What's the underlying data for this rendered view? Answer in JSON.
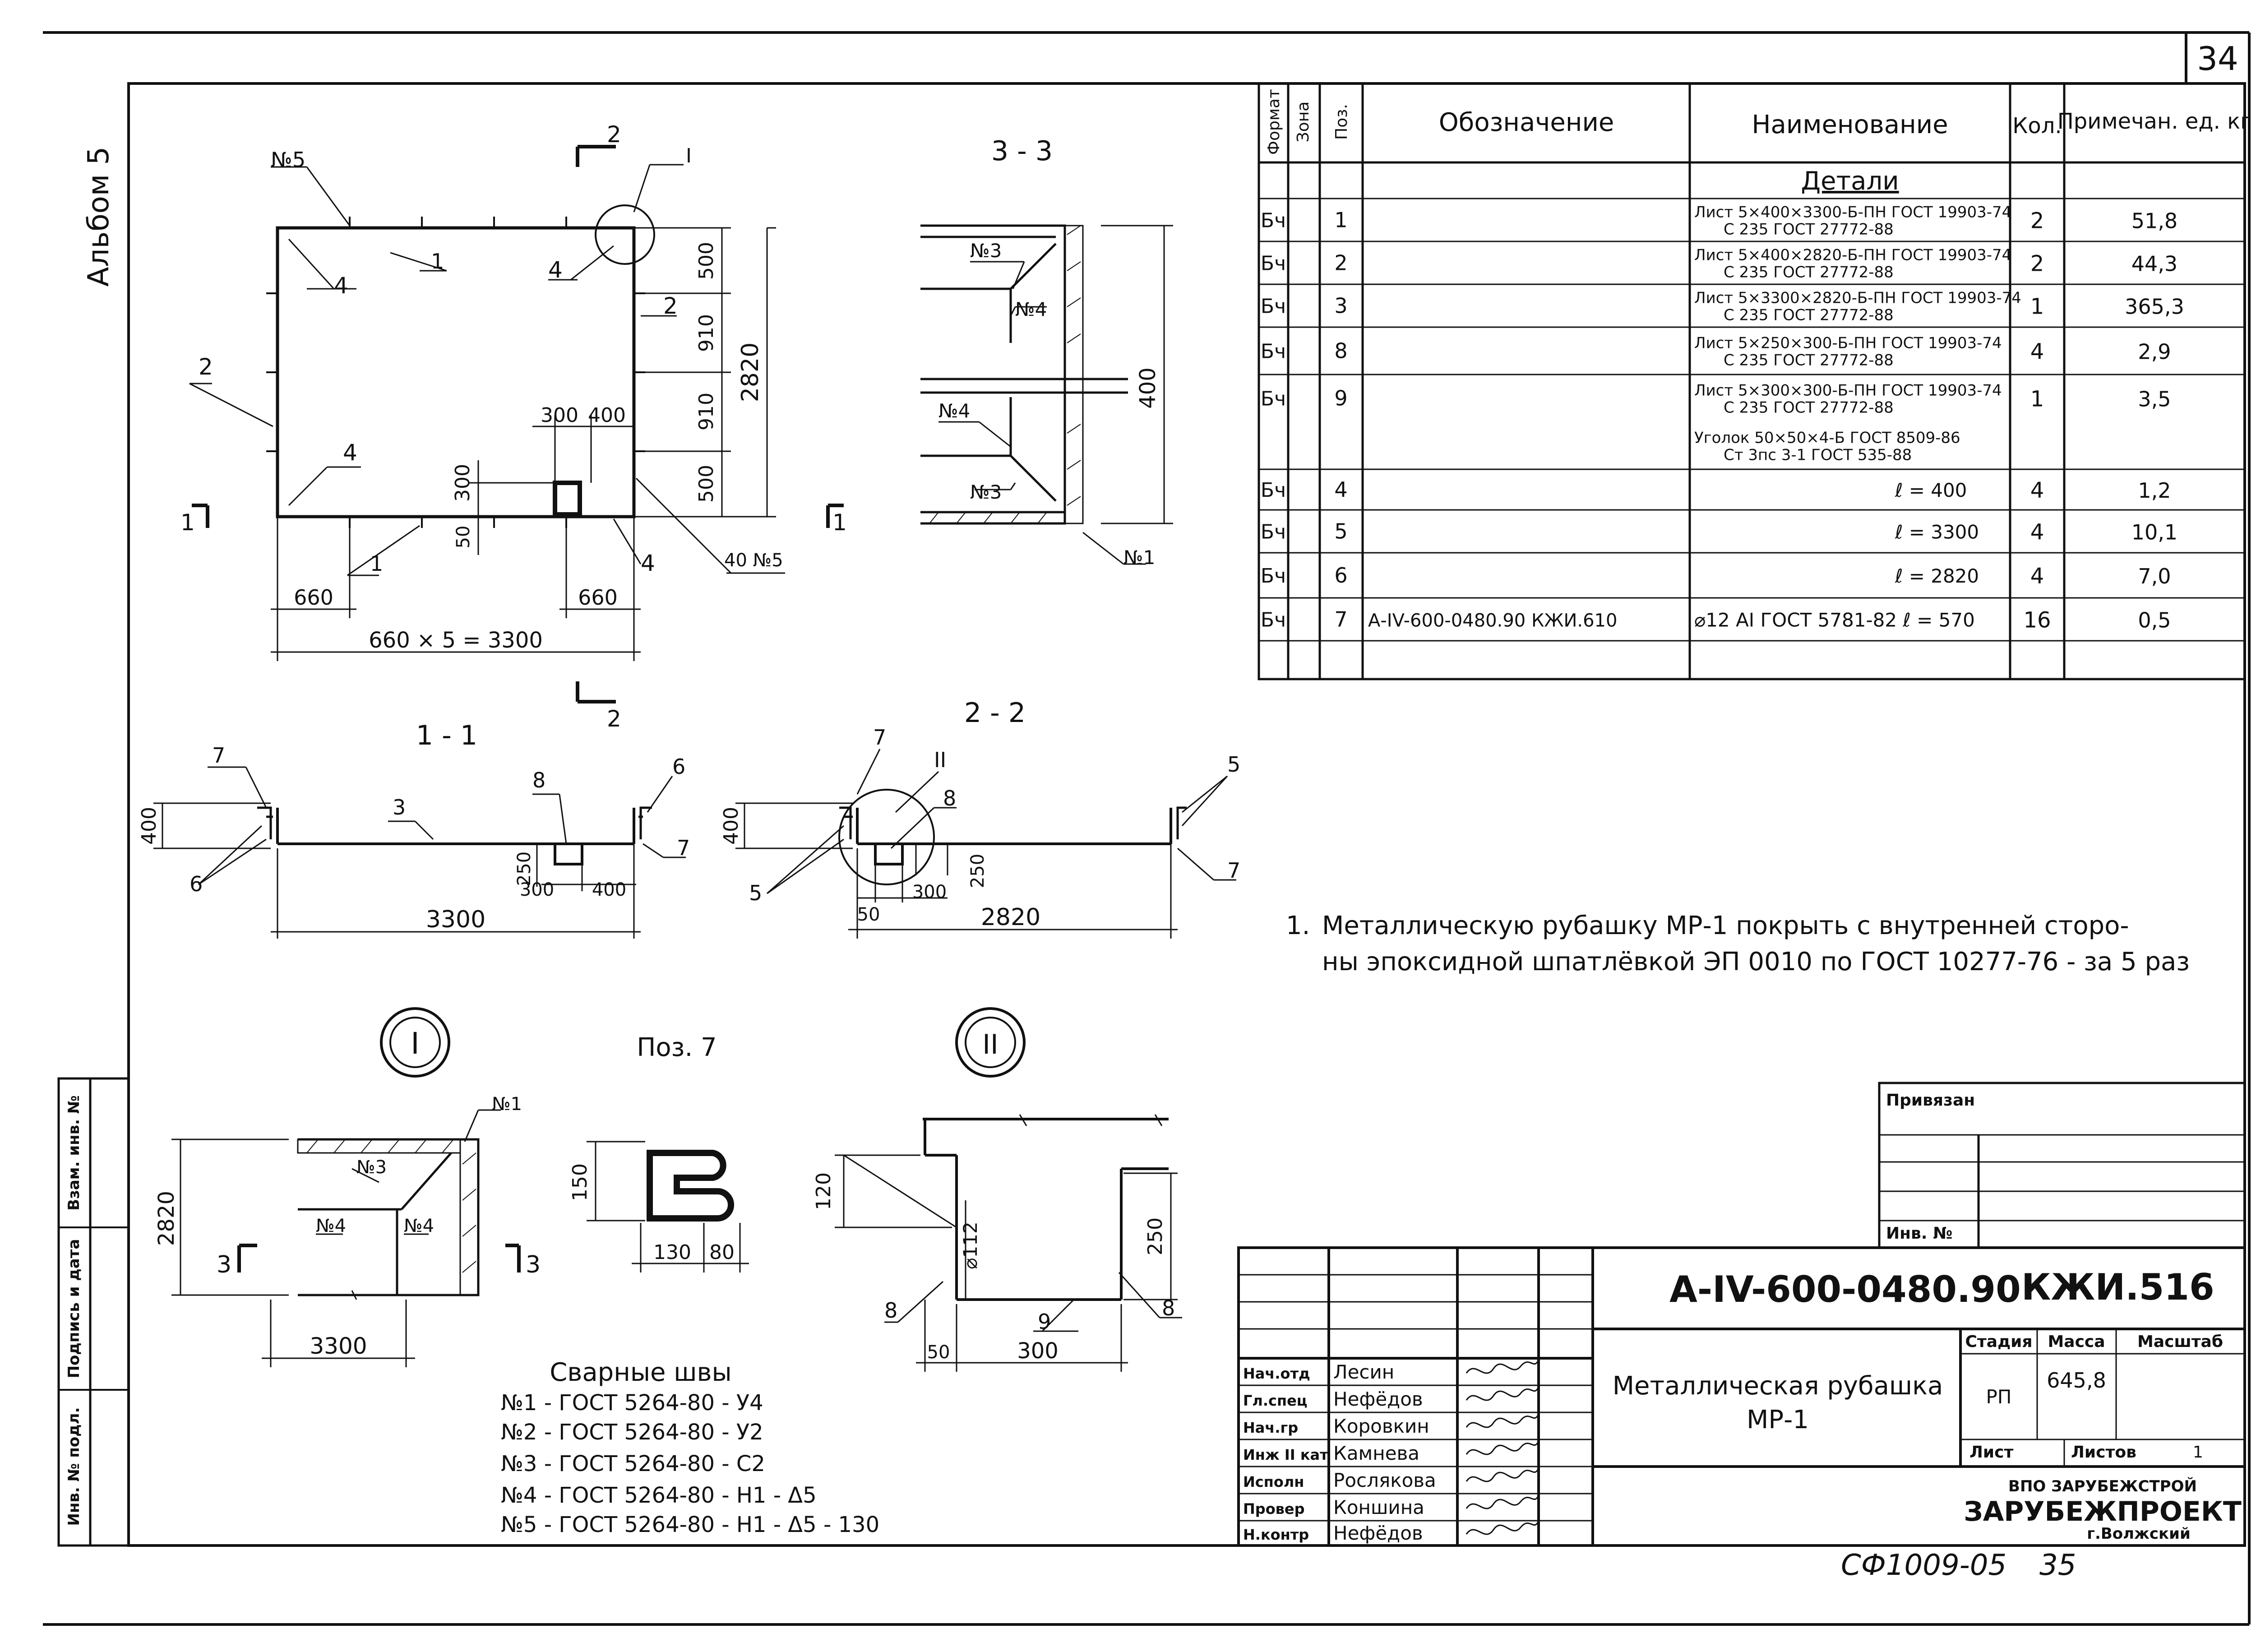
{
  "sheet": {
    "page_number": "34",
    "album_label": "Альбом 5",
    "bottom_code": "СФ1009-05",
    "bottom_page": "35"
  },
  "spec_table": {
    "headers": [
      "Формат",
      "Зона",
      "Поз.",
      "Обозначение",
      "Наименование",
      "Кол.",
      "Примечан. ед. кг"
    ],
    "section_title": "Детали",
    "rows": [
      {
        "format": "Бч",
        "pos": "1",
        "designation": "",
        "name_top": "Лист 5×400×3300-Б-ПН ГОСТ 19903-74",
        "name_bottom": "С 235 ГОСТ 27772-88",
        "qty": "2",
        "note": "51,8"
      },
      {
        "format": "Бч",
        "pos": "2",
        "designation": "",
        "name_top": "Лист 5×400×2820-Б-ПН ГОСТ 19903-74",
        "name_bottom": "С 235 ГОСТ 27772-88",
        "qty": "2",
        "note": "44,3"
      },
      {
        "format": "Бч",
        "pos": "3",
        "designation": "",
        "name_top": "Лист 5×3300×2820-Б-ПН ГОСТ 19903-74",
        "name_bottom": "С 235 ГОСТ 27772-88",
        "qty": "1",
        "note": "365,3"
      },
      {
        "format": "Бч",
        "pos": "8",
        "designation": "",
        "name_top": "Лист 5×250×300-Б-ПН ГОСТ 19903-74",
        "name_bottom": "С 235 ГОСТ 27772-88",
        "qty": "4",
        "note": "2,9"
      },
      {
        "format": "Бч",
        "pos": "9",
        "designation": "",
        "name_top": "Лист 5×300×300-Б-ПН ГОСТ 19903-74",
        "name_bottom": "С 235 ГОСТ 27772-88",
        "qty": "1",
        "note": "3,5"
      },
      {
        "format": "",
        "pos": "",
        "designation": "",
        "name_top": "Уголок 50×50×4-Б ГОСТ 8509-86",
        "name_bottom": "Ст 3пс 3-1 ГОСТ 535-88",
        "qty": "",
        "note": ""
      },
      {
        "format": "Бч",
        "pos": "4",
        "designation": "",
        "name_top": "ℓ = 400",
        "name_bottom": "",
        "qty": "4",
        "note": "1,2"
      },
      {
        "format": "Бч",
        "pos": "5",
        "designation": "",
        "name_top": "ℓ = 3300",
        "name_bottom": "",
        "qty": "4",
        "note": "10,1"
      },
      {
        "format": "Бч",
        "pos": "6",
        "designation": "",
        "name_top": "ℓ = 2820",
        "name_bottom": "",
        "qty": "4",
        "note": "7,0"
      },
      {
        "format": "Бч",
        "pos": "7",
        "designation": "А-IV-600-0480.90   КЖИ.610",
        "name_top": "⌀12 АI ГОСТ 5781-82  ℓ = 570",
        "name_bottom": "",
        "qty": "16",
        "note": "0,5"
      }
    ]
  },
  "note": {
    "number": "1.",
    "line1": "Металлическую рубашку  МР-1  покрыть с внутренней сторо-",
    "line2": "ны эпоксидной шпатлёвкой ЭП 0010 по ГОСТ 10277-76 - за 5 раз"
  },
  "plan_view": {
    "weld_label": "№5",
    "cut_marks": [
      "2",
      "2",
      "1",
      "1",
      "I"
    ],
    "pos_labels": [
      "1",
      "1",
      "2",
      "2",
      "4",
      "4",
      "4",
      "4"
    ],
    "dims": [
      "500",
      "910",
      "910",
      "500",
      "2820",
      "300",
      "400",
      "300",
      "50",
      "660",
      "660",
      "660 × 5 = 3300"
    ],
    "weld_note": "40 №5"
  },
  "section_33": {
    "title": "3 - 3",
    "labels": [
      "№3",
      "№4",
      "№4",
      "№3",
      "№1"
    ],
    "dim": "400"
  },
  "section_11": {
    "title": "1 - 1",
    "labels": [
      "7",
      "3",
      "8",
      "6",
      "6",
      "7"
    ],
    "dims": [
      "400",
      "250",
      "300",
      "400",
      "3300"
    ]
  },
  "section_22": {
    "title": "2 - 2",
    "labels": [
      "7",
      "II",
      "8",
      "5",
      "5",
      "7"
    ],
    "dims": [
      "400",
      "300",
      "250",
      "50",
      "2820"
    ]
  },
  "node_I": {
    "mark": "I",
    "labels": [
      "№1",
      "№3",
      "№4",
      "№4",
      "3",
      "3"
    ],
    "dims": [
      "2820",
      "3300"
    ]
  },
  "pos7": {
    "title": "Поз. 7",
    "dims": [
      "150",
      "130",
      "80"
    ]
  },
  "node_II": {
    "mark": "II",
    "labels": [
      "8",
      "9",
      "8"
    ],
    "dims": [
      "120",
      "⌀112",
      "250",
      "50",
      "300"
    ]
  },
  "welds": {
    "title": "Сварные швы",
    "items": [
      "№1 - ГОСТ 5264-80 - У4",
      "№2 - ГОСТ 5264-80 - У2",
      "№3 - ГОСТ 5264-80 - С2",
      "№4 - ГОСТ 5264-80 - Н1 - Δ5",
      "№5 - ГОСТ 5264-80 - Н1 - Δ5 - 130"
    ]
  },
  "side_stamp": [
    "Взам. инв. №",
    "Подпись и дата",
    "Инв. № подл."
  ],
  "bound_block": {
    "title": "Привязан",
    "inv": "Инв. №"
  },
  "title_block": {
    "code": "А-IV-600-0480.90",
    "mark": "КЖИ.516",
    "name_line1": "Металлическая рубашка",
    "name_line2": "МР-1",
    "stage_label": "Стадия",
    "mass_label": "Масса",
    "scale_label": "Масштаб",
    "stage": "РП",
    "mass": "645,8",
    "sheet_label": "Лист",
    "sheets_label": "Листов",
    "sheets": "1",
    "org1": "ВПО ЗАРУБЕЖСТРОЙ",
    "org2": "ЗАРУБЕЖПРОЕКТ",
    "org3": "г.Волжский",
    "staff": [
      {
        "role": "Нач.отд",
        "name": "Лесин"
      },
      {
        "role": "Гл.спец",
        "name": "Нефёдов"
      },
      {
        "role": "Нач.гр",
        "name": "Коровкин"
      },
      {
        "role": "Инж II кат",
        "name": "Камнева"
      },
      {
        "role": "Исполн",
        "name": "Рослякова"
      },
      {
        "role": "Провер",
        "name": "Коншина"
      },
      {
        "role": "Н.контр",
        "name": "Нефёдов"
      }
    ]
  }
}
